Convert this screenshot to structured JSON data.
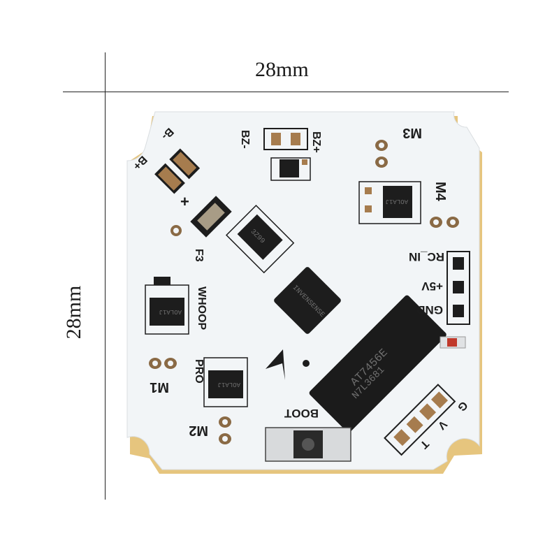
{
  "dimensions": {
    "width_label": "28mm",
    "height_label": "28mm"
  },
  "silkscreen": {
    "m1": "M1",
    "m2": "M2",
    "m3": "M3",
    "m4": "M4",
    "bz_minus": "BZ-",
    "bz_plus": "BZ+",
    "b_minus": "B-",
    "b_plus": "B+",
    "plus": "+",
    "version": "F3",
    "whoop": "WHOOP",
    "pro": "PRO",
    "rc_in": "RC_IN",
    "plus5v": "+5V",
    "gnd": "GND",
    "boot": "BOOT",
    "g": "G",
    "v": "V",
    "t": "T"
  },
  "chips": {
    "mcu": "INVENSENSE",
    "driver": "AT7456E",
    "driver_code": "N7L3681",
    "mosfet_a": "AOLA1J",
    "mosfet_b": "AOLA1J",
    "mosfet_c": "AOLA1J",
    "regulator": "3Z99"
  },
  "colors": {
    "board": "#f1f4f6",
    "edge": "#e8c98a",
    "pad": "#b98c5a",
    "chip": "#1d1d1d",
    "led": "#c0392b"
  }
}
